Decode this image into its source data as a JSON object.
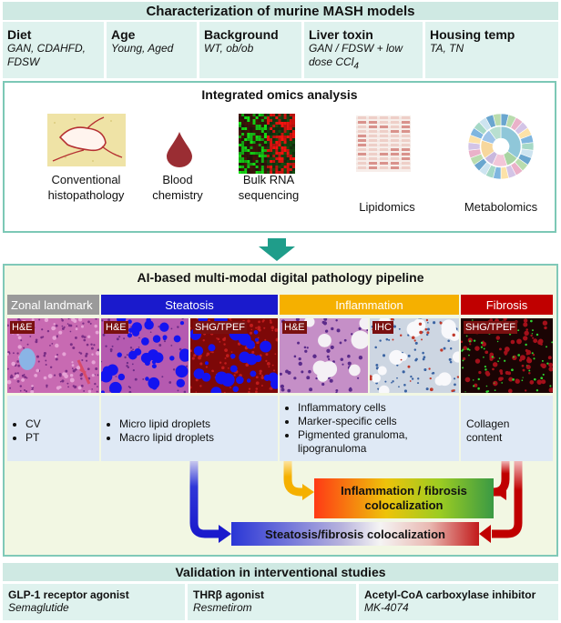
{
  "header": {
    "title": "Characterization of murine MASH models"
  },
  "models": [
    {
      "title": "Diet",
      "detail": "GAN, CDAHFD, FDSW"
    },
    {
      "title": "Age",
      "detail": "Young, Aged"
    },
    {
      "title": "Background",
      "detail": "WT, ob/ob"
    },
    {
      "title": "Liver toxin",
      "detail": "GAN / FDSW + low dose CCl",
      "detail_sub": "4"
    },
    {
      "title": "Housing temp",
      "detail": "TA, TN"
    }
  ],
  "omics": {
    "title": "Integrated omics analysis",
    "items": [
      {
        "label": "Conventional histopathology",
        "icon": "histology-slide-icon"
      },
      {
        "label": "Blood chemistry",
        "icon": "blood-drop-icon"
      },
      {
        "label": "Bulk RNA sequencing",
        "icon": "heatmap-icon"
      },
      {
        "label": "Lipidomics",
        "icon": "lipid-table-icon"
      },
      {
        "label": "Metabolomics",
        "icon": "sunburst-icon"
      }
    ]
  },
  "pipeline": {
    "title": "AI-based multi-modal digital pathology pipeline",
    "categories": [
      {
        "label": "Zonal landmark",
        "color": "#999999"
      },
      {
        "label": "Steatosis",
        "color": "#1a1acc"
      },
      {
        "label": "Inflammation",
        "color": "#f5b000"
      },
      {
        "label": "Fibrosis",
        "color": "#c00000"
      }
    ],
    "tiles": [
      "H&E",
      "H&E",
      "SHG/TPEF",
      "H&E",
      "IHC",
      "SHG/TPEF"
    ],
    "bullets": {
      "zonal": [
        "CV",
        "PT"
      ],
      "steatosis": [
        "Micro lipid droplets",
        "Macro lipid droplets"
      ],
      "inflammation": [
        "Inflammatory cells",
        "Marker-specific cells",
        "Pigmented granuloma, lipogranuloma"
      ],
      "fibrosis": "Collagen content"
    },
    "coloc_inflam_fibrosis": [
      "Inflammation / fibrosis",
      "colocalization"
    ],
    "coloc_steatosis_fibrosis": "Steatosis/fibrosis colocalization"
  },
  "validation": {
    "title": "Validation in interventional studies",
    "items": [
      {
        "title": "GLP-1 receptor agonist",
        "drug": "Semaglutide"
      },
      {
        "title": "THRβ agonist",
        "drug": "Resmetirom"
      },
      {
        "title": "Acetyl-CoA carboxylase inhibitor",
        "drug": "MK-4074"
      }
    ]
  },
  "colors": {
    "teal": "#1f9d8a",
    "mint": "#cfe9e3",
    "steatosis": "#1a1acc",
    "inflammation": "#f5b000",
    "fibrosis": "#c00000"
  }
}
